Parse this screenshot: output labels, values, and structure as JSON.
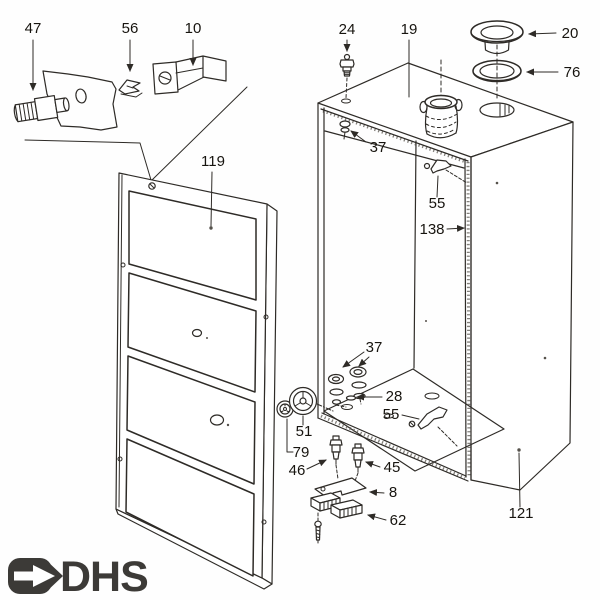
{
  "diagram": {
    "callouts": [
      {
        "text": "47"
      },
      {
        "text": "56"
      },
      {
        "text": "10"
      },
      {
        "text": "24"
      },
      {
        "text": "19"
      },
      {
        "text": "20"
      },
      {
        "text": "76"
      },
      {
        "text": "37"
      },
      {
        "text": "55"
      },
      {
        "text": "138"
      },
      {
        "text": "119"
      },
      {
        "text": "37"
      },
      {
        "text": "28"
      },
      {
        "text": "55"
      },
      {
        "text": "51"
      },
      {
        "text": "79"
      },
      {
        "text": "46"
      },
      {
        "text": "45"
      },
      {
        "text": "8"
      },
      {
        "text": "62"
      },
      {
        "text": "121"
      }
    ],
    "logo": {
      "text": "DHS"
    },
    "colors": {
      "line": "#2e2b27",
      "label": "#17140f",
      "logo": "#3c3a37",
      "background": "#fefefe"
    }
  }
}
